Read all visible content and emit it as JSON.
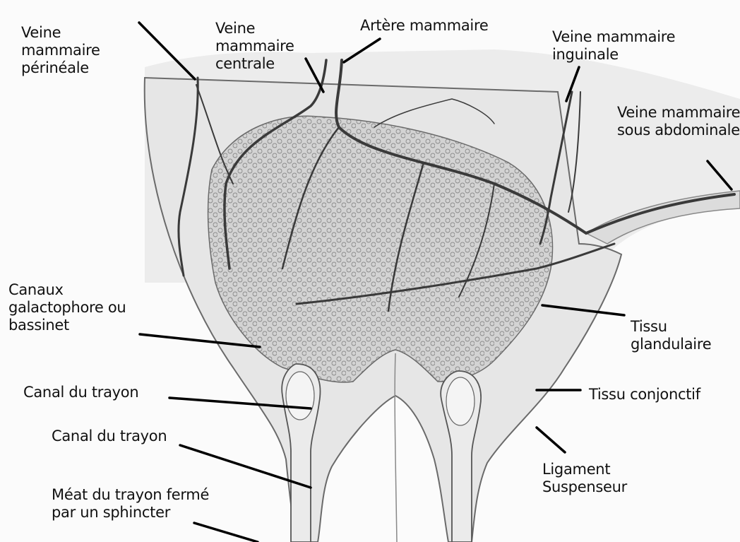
{
  "labels": {
    "veine_perineale": "Veine\nmammaire\npérinéale",
    "veine_centrale": "Veine\nmammaire\ncentrale",
    "artere": "Artère mammaire",
    "veine_inguinale": "Veine mammaire\ninguinale",
    "veine_sous_abdominale": "Veine mammaire\nsous abdominale",
    "canaux": "Canaux\ngalactophore ou\nbassinet",
    "tissu_glandulaire": "Tissu\nglandulaire",
    "canal_trayon_1": "Canal du trayon",
    "tissu_conjonctif": "Tissu conjonctif",
    "canal_trayon_2": "Canal du trayon",
    "ligament": "Ligament\nSuspenseur",
    "meat": "Méat du trayon fermé\npar un sphincter"
  },
  "colors": {
    "udder_fill": "#e6e6e6",
    "gland_fill": "#cfcfcf",
    "vessel": "#3a3a3a",
    "leader": "#000000",
    "text": "#111111"
  }
}
